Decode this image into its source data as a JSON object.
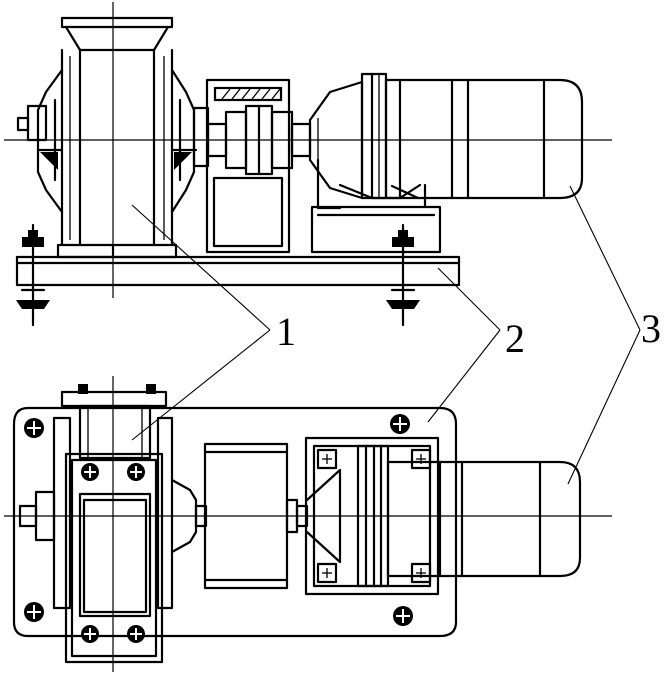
{
  "callouts": [
    {
      "key": "pump",
      "text": "1"
    },
    {
      "key": "base",
      "text": "2"
    },
    {
      "key": "motor",
      "text": "3"
    }
  ]
}
